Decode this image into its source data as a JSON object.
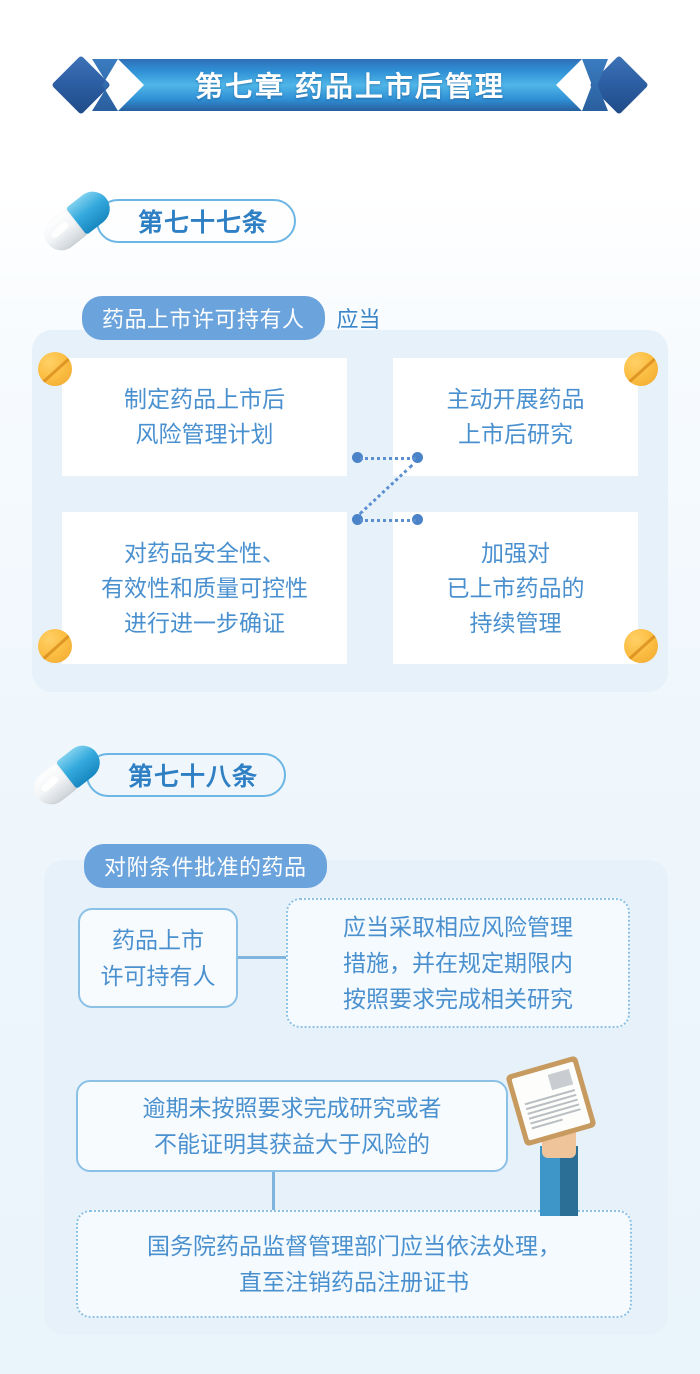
{
  "banner": {
    "title": "第七章  药品上市后管理"
  },
  "sections": [
    {
      "icon": "capsule-icon",
      "article_label": "第七十七条",
      "badge": "药品上市许可持有人",
      "badge_suffix": "应当",
      "cards": [
        {
          "lines": [
            "制定药品上市后",
            "风险管理计划"
          ]
        },
        {
          "lines": [
            "主动开展药品",
            "上市后研究"
          ]
        },
        {
          "lines": [
            "对药品安全性、",
            "有效性和质量可控性",
            "进行进一步确证"
          ]
        },
        {
          "lines": [
            "加强对",
            "已上市药品的",
            "持续管理"
          ]
        }
      ],
      "tablet_icons": [
        "tablet-icon",
        "tablet-icon",
        "tablet-icon",
        "tablet-icon"
      ],
      "connector": "z-dotted-connector"
    },
    {
      "icon": "capsule-icon",
      "article_label": "第七十八条",
      "badge": "对附条件批准的药品",
      "holder_box": {
        "lines": [
          "药品上市",
          "许可持有人"
        ]
      },
      "requirement_box": {
        "lines": [
          "应当采取相应风险管理",
          "措施，并在规定期限内",
          "按照要求完成相关研究"
        ]
      },
      "condition_box": {
        "lines": [
          "逾期未按照要求完成研究或者",
          "不能证明其获益大于风险的"
        ]
      },
      "result_box": {
        "lines": [
          "国务院药品监督管理部门应当依法处理，",
          "直至注销药品注册证书"
        ]
      },
      "illustration": "hand-holding-clipboard-icon"
    }
  ],
  "colors": {
    "banner_blue": "#2f8fd4",
    "text_blue": "#4a90cf",
    "badge_blue": "#6ba3dd",
    "panel_blue": "#e6f1fa",
    "tablet_orange": "#fbbe43",
    "capsule_cyan": "#35aadd"
  }
}
